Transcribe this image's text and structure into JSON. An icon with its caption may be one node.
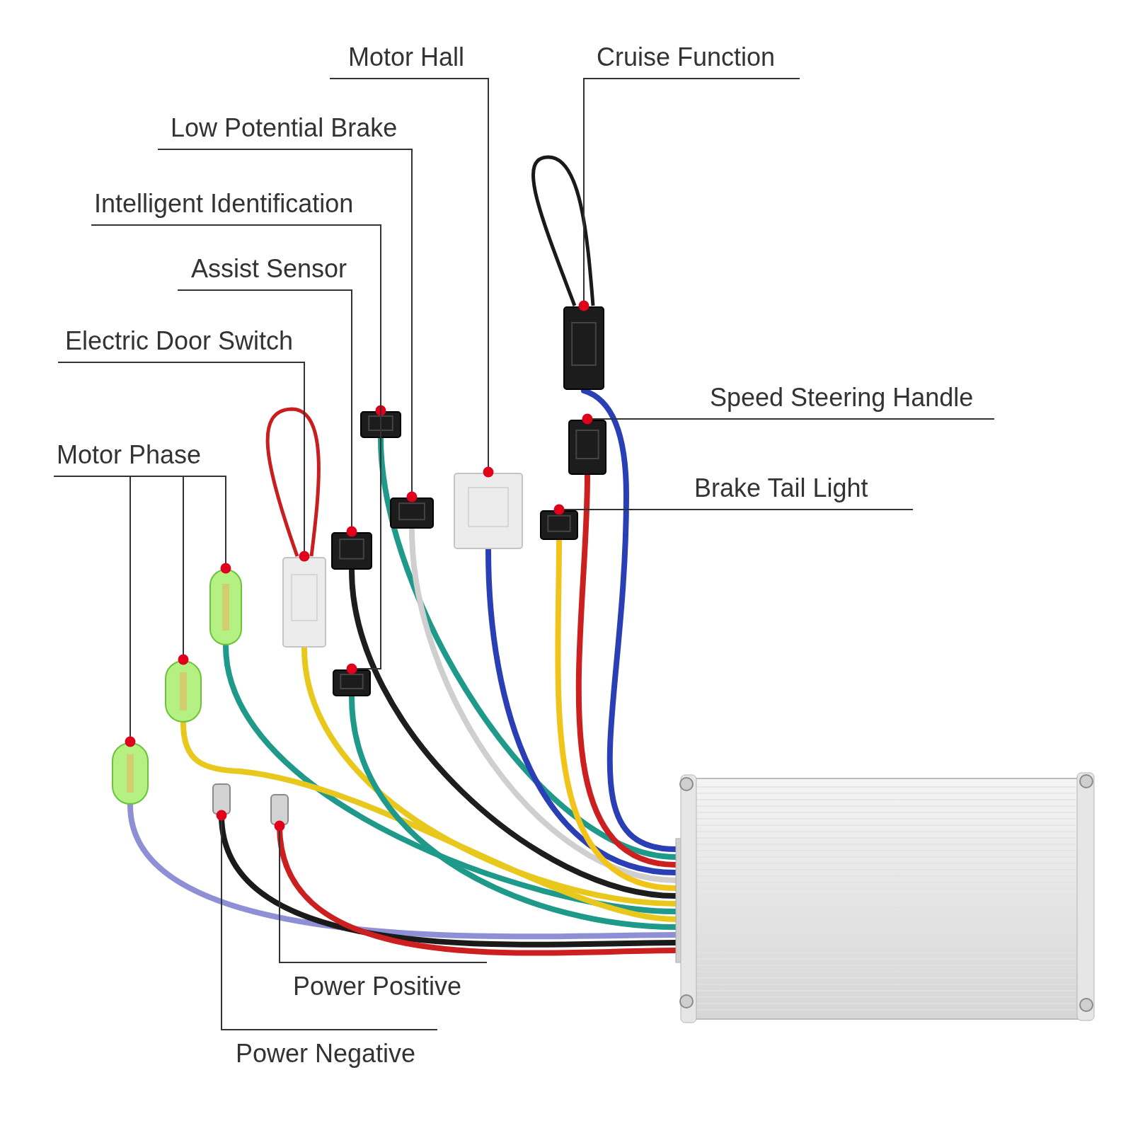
{
  "diagram": {
    "nodes": [
      {
        "text": [
          "Motor Hall"
        ]
      },
      {
        "text": [
          "Cruise Function"
        ]
      },
      {
        "text": [
          "Low Potential Brake"
        ]
      },
      {
        "text": [
          "Intelligent Identification"
        ]
      },
      {
        "text": [
          "Assist Sensor"
        ]
      },
      {
        "text": [
          "Electric Door Switch"
        ]
      },
      {
        "text": [
          "Speed Steering Handle"
        ]
      },
      {
        "text": [
          "Motor Phase"
        ]
      },
      {
        "text": [
          "Brake Tail Light"
        ]
      },
      {
        "text": [
          "Power Positive"
        ]
      },
      {
        "text": [
          "Power Negative"
        ]
      },
      {
        "text": [],
        "shape": "box"
      },
      {
        "text": [],
        "shape": "box"
      },
      {
        "text": [],
        "shape": "box"
      },
      {
        "text": [],
        "shape": "box"
      },
      {
        "text": [],
        "shape": "box"
      },
      {
        "text": [],
        "shape": "box"
      },
      {
        "text": [],
        "shape": "box"
      },
      {
        "text": [],
        "shape": "box"
      },
      {
        "text": [],
        "shape": "cylinder"
      },
      {
        "text": [],
        "shape": "cylinder"
      },
      {
        "text": [],
        "shape": "box"
      },
      {
        "text": [],
        "shape": "cylinder"
      },
      {
        "text": [],
        "shape": "cylinder"
      },
      {
        "text": [],
        "shape": "cylinder"
      },
      {
        "text": [],
        "shape": "box"
      }
    ],
    "edges": [
      {
        "from": 0,
        "to": 14,
        "arrow": "other"
      },
      {
        "from": 1,
        "to": 11,
        "arrow": "other"
      },
      {
        "from": 2,
        "to": 15,
        "arrow": "other"
      },
      {
        "from": 3,
        "to": 12,
        "arrow": "other"
      },
      {
        "from": 3,
        "to": 21,
        "arrow": "other"
      },
      {
        "from": 4,
        "to": 17,
        "arrow": "other"
      },
      {
        "from": 5,
        "to": 18,
        "arrow": "other"
      },
      {
        "from": 6,
        "to": 13,
        "arrow": "other"
      },
      {
        "from": 7,
        "to": 19,
        "arrow": "other"
      },
      {
        "from": 7,
        "to": 20,
        "arrow": "other"
      },
      {
        "from": 7,
        "to": 22,
        "arrow": "other"
      },
      {
        "from": 8,
        "to": 16,
        "arrow": "other"
      },
      {
        "from": 9,
        "to": 24,
        "arrow": "other"
      },
      {
        "from": 10,
        "to": 23,
        "arrow": "other"
      },
      {
        "from": 11,
        "to": 25,
        "arrow": "none",
        "style": "thick",
        "color": "#2a3fb5"
      },
      {
        "from": 12,
        "to": 25,
        "arrow": "none",
        "style": "thick",
        "color": "#1f9a8a"
      },
      {
        "from": 13,
        "to": 25,
        "arrow": "none",
        "style": "thick",
        "color": "#cc1f1f"
      },
      {
        "from": 14,
        "to": 25,
        "arrow": "none",
        "style": "thick",
        "color": "#2a3fb5"
      },
      {
        "from": 15,
        "to": 25,
        "arrow": "none",
        "style": "thick",
        "color": "#cfcfcf"
      },
      {
        "from": 16,
        "to": 25,
        "arrow": "none",
        "style": "thick",
        "color": "#f0c419"
      },
      {
        "from": 17,
        "to": 25,
        "arrow": "none",
        "style": "thick",
        "color": "#1d1d1d"
      },
      {
        "from": 18,
        "to": 25,
        "arrow": "none",
        "style": "thick",
        "color": "#e8c81c"
      },
      {
        "from": 19,
        "to": 25,
        "arrow": "none",
        "style": "thick",
        "color": "#1f9a8a"
      },
      {
        "from": 20,
        "to": 25,
        "arrow": "none",
        "style": "thick",
        "color": "#e8c81c"
      },
      {
        "from": 21,
        "to": 25,
        "arrow": "none",
        "style": "thick",
        "color": "#1f9a8a"
      },
      {
        "from": 22,
        "to": 25,
        "arrow": "none",
        "style": "thick",
        "color": "#8f8fd6"
      },
      {
        "from": 23,
        "to": 25,
        "arrow": "none",
        "style": "thick",
        "color": "#1a1a1a"
      },
      {
        "from": 24,
        "to": 25,
        "arrow": "none",
        "style": "thick",
        "color": "#cc1f1f"
      }
    ]
  }
}
